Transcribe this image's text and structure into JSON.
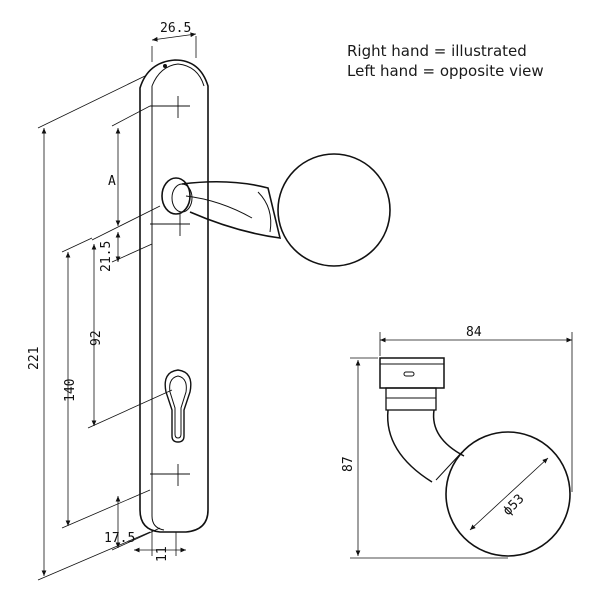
{
  "notes": {
    "line1": "Right hand = illustrated",
    "line2": "Left hand = opposite view"
  },
  "dimensions": {
    "plate_width": "26.5",
    "plate_length": "221",
    "lever_height_ref": "A",
    "screw_gap": "21.5",
    "centers_92": "92",
    "centers_140": "140",
    "bottom_offset": "17.5",
    "plate_thickness": "11",
    "projection": "84",
    "height": "87",
    "knob_diameter": "ϕ53"
  },
  "colors": {
    "line": "#111111",
    "background": "#ffffff"
  }
}
